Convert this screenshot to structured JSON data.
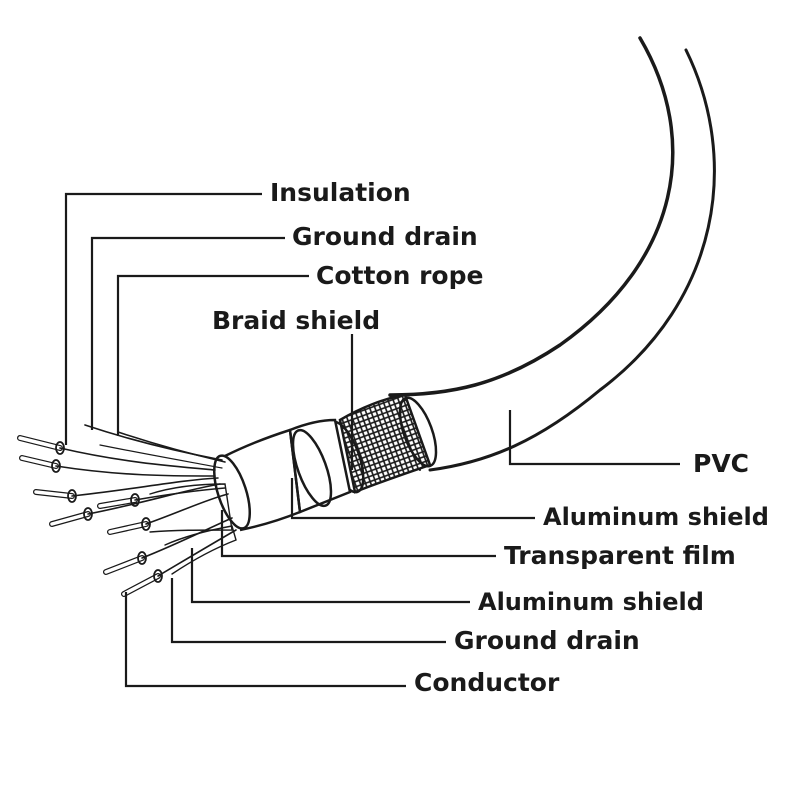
{
  "labels": {
    "insulation": "Insulation",
    "ground_drain_top": "Ground drain",
    "cotton_rope": "Cotton rope",
    "braid_shield": "Braid shield",
    "pvc": "PVC",
    "aluminum_shield_outer": "Aluminum shield",
    "transparent_film": "Transparent film",
    "aluminum_shield_inner": "Aluminum shield",
    "ground_drain_bottom": "Ground drain",
    "conductor": "Conductor"
  },
  "colors": {
    "line": "#1a1a1a",
    "background": "#ffffff"
  }
}
